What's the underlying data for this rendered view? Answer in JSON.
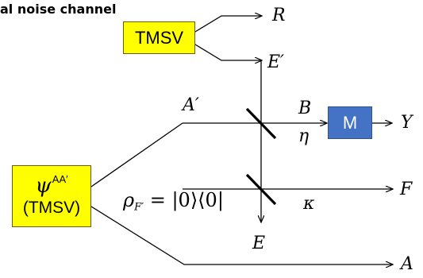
{
  "title": "al noise channel",
  "colors": {
    "tmsv_fill": "#ffff00",
    "measure_fill": "#4472c4",
    "measure_text": "#ffffff",
    "line": "#000000"
  },
  "boxes": {
    "tmsv_top": "TMSV",
    "source_symbol": "ψ",
    "source_superscript": "AA′",
    "source_subtitle": "(TMSV)",
    "measure": "M"
  },
  "labels": {
    "R": "R",
    "E_prime": "E′",
    "A_prime": "A′",
    "B": "B",
    "eta": "η",
    "Y": "Y",
    "F": "F",
    "kappa": "κ",
    "E": "E",
    "A": "A"
  },
  "vacuum_state": {
    "rho": "ρ",
    "subscript": "F′",
    "expression": " = |0⟩⟨0|"
  }
}
